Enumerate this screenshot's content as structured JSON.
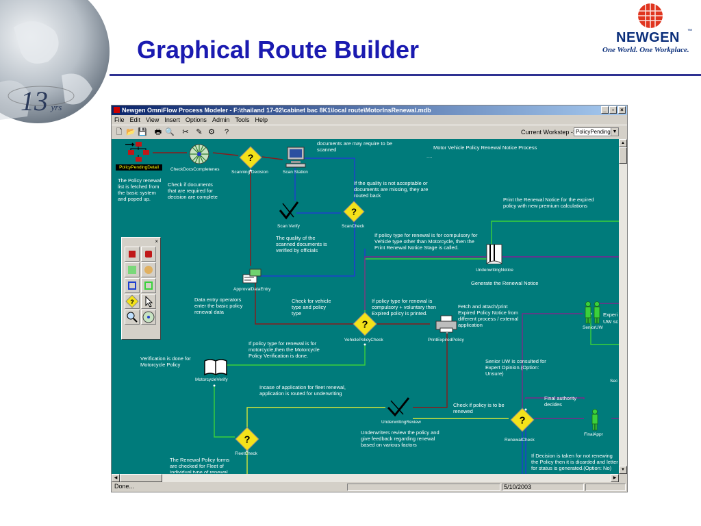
{
  "slide": {
    "title": "Graphical Route Builder",
    "badge_text": "yrs",
    "badge_number": "13"
  },
  "logo": {
    "name": "NEWGEN",
    "tm": "™",
    "tagline": "One World. One Workplace."
  },
  "app": {
    "window_title": "Newgen OmniFlow Process Modeler - F:\\thailand 17-02\\cabinet bac 8K1\\local route\\MotorInsRenewal.mdb",
    "window_buttons": [
      "_",
      "▫",
      "×"
    ],
    "menu": [
      "File",
      "Edit",
      "View",
      "Insert",
      "Options",
      "Admin",
      "Tools",
      "Help"
    ],
    "workstep_label": "Current Workstep ->",
    "workstep_value": "PolicyPendingI",
    "status_left": "Done...",
    "status_date": "5/10/2003",
    "palette_close": "×"
  },
  "nodes": {
    "policy_pending": "PolicyPendingDetail",
    "check_docs": "CheckDocsCompletenes",
    "scanning_decision": "Scanning Decision",
    "scan_station": "Scan Station",
    "scan_verify": "Scan Verify",
    "scan_check": "ScanCheck",
    "underwriting_notice": "UnderwritingNotice",
    "approval_data_entry": "ApprovalDataEntry",
    "vehicle_policy_check": "VehiclePolicyCheck",
    "print_expired_policy": "PrintExpiredPolicy",
    "senior_uw": "SeniorUW",
    "motorcycle_verify": "MotorcycleVerify",
    "underwriting_review": "UnderwritingReview",
    "renewal_check": "RenewalCheck",
    "final_appr": "FinalAppr",
    "fleet_check": "FleetCheck",
    "sec_cut": "Sec"
  },
  "notes": {
    "docs_scanned": "documents are may require to be scanned",
    "process_title": "Motor Vehicle Policy Renewal Notice Process",
    "process_dots": "....",
    "renewal_list": "The Policy renewal list is fetched from the basic system and poped up.",
    "check_docs": "Check if documents that are required for decision are complete",
    "quality_not_ok": "If the quality is not acceptable or documents are missing, they are routed back",
    "print_renewal": "Print the Renewal Notice for the expired policy with new premium calculations",
    "quality_verified": "The quality of the scanned documents is verified by officials",
    "compulsory_non_moto": "If policy type for renewal is for compulsory for Vehicle type other than Motorcycle, then the Print Renewal Notice Stage is called.",
    "generate_notice": "Generate the Renewal Notice",
    "data_entry": "Data entry operators enter the basic policy renewal data",
    "check_vehicle": "Check for vehicle type and policy type",
    "compulsory_voluntary": "If policy type for renewal is compulsory + voluntary then Expired policy is printed.",
    "fetch_attach": "Fetch and attach/print Expired Policy Notice from different process / external application",
    "expert_cut": "Experi",
    "uw_cut": "UW sc",
    "moto_verification": "If policy type for renewal is for motorcycle,then the Motorcycle Policy Verification is done.",
    "verification_moto": "Verification is done for Motorcycle Policy",
    "senior_consult": "Senior UW is consulted for Expert Opinion.(Option: Unsure)",
    "fleet_renewal": "Incase of application for fleet renewal, application is routed for underwriting",
    "final_authority": "Final authority decides",
    "check_renewed": "Check if policy is to be renewed",
    "underwriters_review": "Underwriters review the policy and give feedback regarding renewal based on various factors",
    "fleet_forms": "The Renewal Policy forms are checked for Fleet of Individual type of renewal",
    "decision_not_renew": "If Decision is taken for not renewing the Policy then it is dicarded and letter for status is generated.(Option: No)"
  },
  "colors": {
    "canvas": "#007b7b",
    "title_blue": "#1a1ab0",
    "route_red": "#8b1a1a",
    "route_blue": "#1f3fcf",
    "route_green": "#3bd13b",
    "route_yellow": "#d6e63a",
    "route_purple": "#7a2a8a"
  }
}
